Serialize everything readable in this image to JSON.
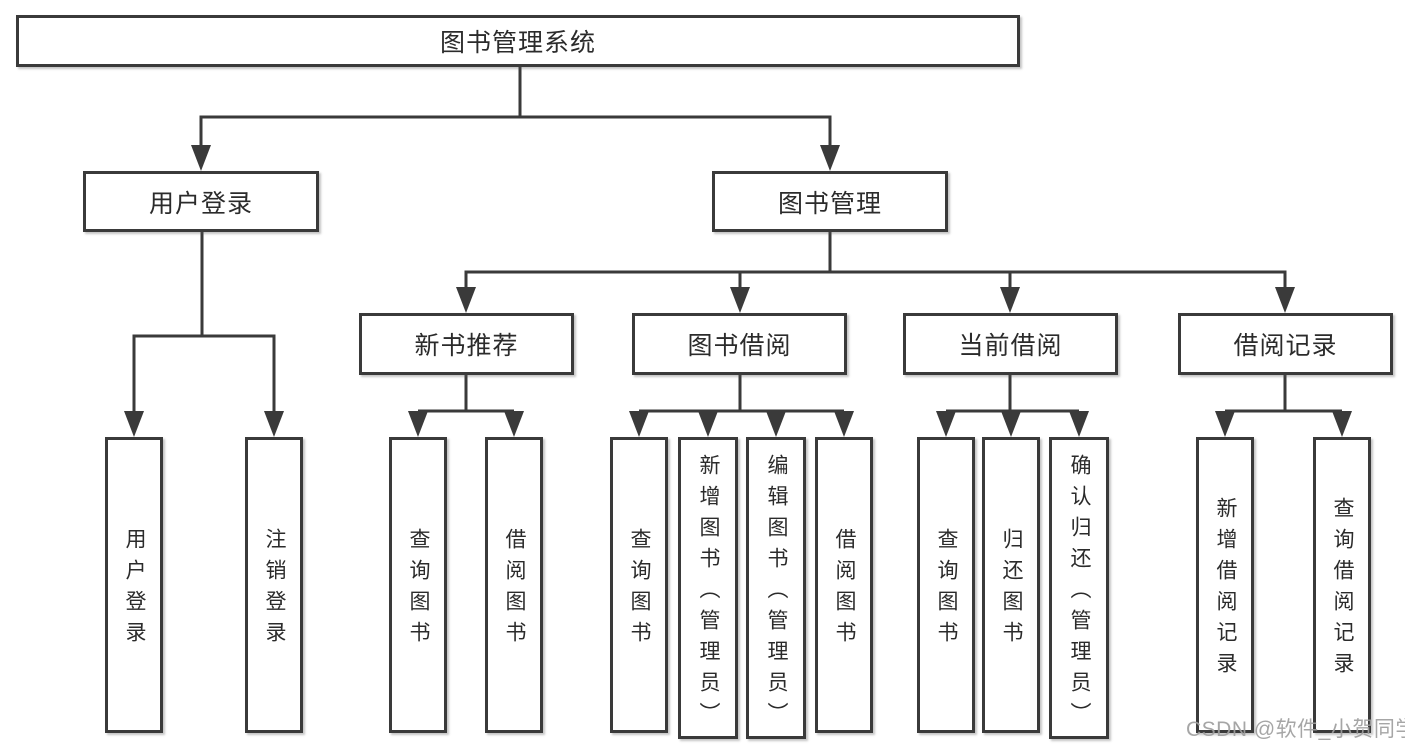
{
  "diagram": {
    "root": "图书管理系统",
    "level2": {
      "user_login": "用户登录",
      "book_mgmt": "图书管理"
    },
    "level3": {
      "new_book_rec": "新书推荐",
      "book_borrow": "图书借阅",
      "current_borrow": "当前借阅",
      "borrow_records": "借阅记录"
    },
    "leaves": {
      "user_login": "用户登录",
      "logout": "注销登录",
      "rec_query_books": "查询图书",
      "rec_borrow_books": "借阅图书",
      "bb_query_books": "查询图书",
      "bb_add_books": "新增图书（管理员）",
      "bb_edit_books": "编辑图书（管理员）",
      "bb_borrow_books": "借阅图书",
      "cb_query_books": "查询图书",
      "cb_return_books": "归还图书",
      "cb_confirm_return": "确认归还（管理员）",
      "br_add_record": "新增借阅记录",
      "br_query_record": "查询借阅记录"
    }
  },
  "watermark": "CSDN @软件_小贺同学",
  "colors": {
    "line": "#3a3a3a",
    "text": "#2b2b2b",
    "watermark": "#9e9e9e",
    "background": "#ffffff"
  }
}
